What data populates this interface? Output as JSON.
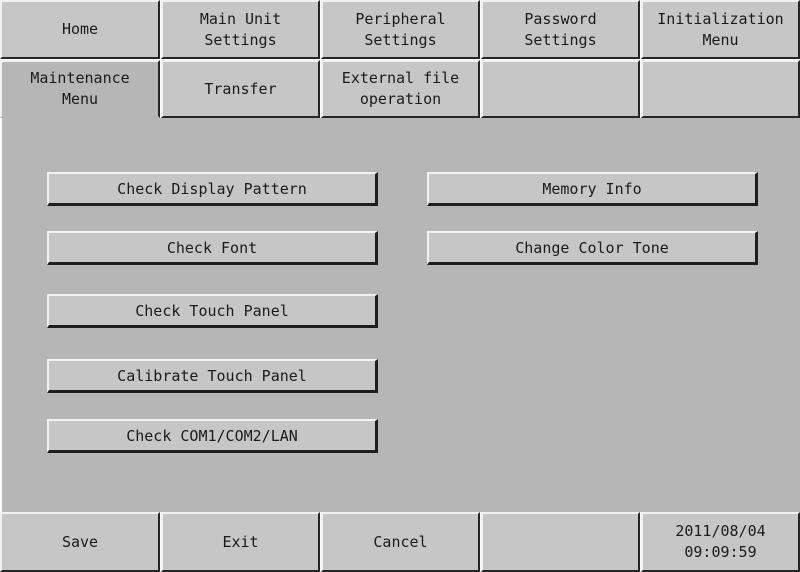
{
  "tabs": {
    "row1": [
      {
        "label": "Home",
        "active": false
      },
      {
        "label": "Main Unit\nSettings",
        "active": false
      },
      {
        "label": "Peripheral\nSettings",
        "active": false
      },
      {
        "label": "Password\nSettings",
        "active": false
      },
      {
        "label": "Initialization\nMenu",
        "active": false
      }
    ],
    "row2": [
      {
        "label": "Maintenance\nMenu",
        "active": true
      },
      {
        "label": "Transfer",
        "active": false
      },
      {
        "label": "External file\noperation",
        "active": false
      },
      {
        "label": "",
        "active": false
      },
      {
        "label": "",
        "active": false
      }
    ]
  },
  "main": {
    "left_buttons": [
      "Check Display Pattern",
      "Check Font",
      "Check Touch Panel",
      "Calibrate Touch Panel",
      "Check COM1/COM2/LAN"
    ],
    "right_buttons": [
      "Memory Info",
      "Change Color Tone"
    ]
  },
  "bottom_bar": {
    "save_label": "Save",
    "exit_label": "Exit",
    "cancel_label": "Cancel",
    "blank_label": "",
    "date": "2011/08/04",
    "time": "09:09:59"
  },
  "colors": {
    "panel_bg": "#b6b6b6",
    "button_face": "#c6c6c6",
    "highlight": "#f2f2f2",
    "shadow": "#1e1e1e"
  }
}
